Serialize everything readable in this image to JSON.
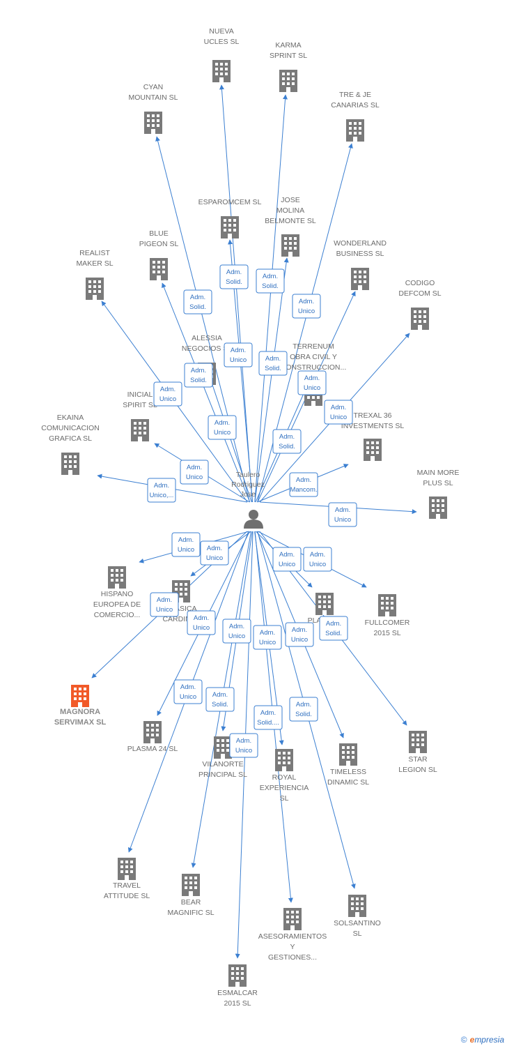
{
  "center": {
    "lines": [
      "Taulero",
      "Rodriguez",
      "Jose"
    ]
  },
  "colors": {
    "edge": "#3b7fd1",
    "building": "#7a7a7a",
    "highlight": "#f15a29"
  },
  "companies": [
    {
      "id": "nueva",
      "lines": [
        "NUEVA",
        "UCLES  SL"
      ]
    },
    {
      "id": "karma",
      "lines": [
        "KARMA",
        "SPRINT  SL"
      ]
    },
    {
      "id": "cyan",
      "lines": [
        "CYAN",
        "MOUNTAIN  SL"
      ]
    },
    {
      "id": "trejecan",
      "lines": [
        "TRE & JE",
        "CANARIAS  SL"
      ]
    },
    {
      "id": "esparomcem",
      "lines": [
        "ESPAROMCEM SL"
      ]
    },
    {
      "id": "josemolina",
      "lines": [
        "JOSE",
        "MOLINA",
        "BELMONTE  SL"
      ]
    },
    {
      "id": "blue",
      "lines": [
        "BLUE",
        "PIGEON  SL"
      ]
    },
    {
      "id": "realist",
      "lines": [
        "REALIST",
        "MAKER  SL"
      ]
    },
    {
      "id": "wonderland",
      "lines": [
        "WONDERLAND",
        "BUSINESS  SL"
      ]
    },
    {
      "id": "codigo",
      "lines": [
        "CODIGO",
        "DEFCOM  SL"
      ]
    },
    {
      "id": "alessia",
      "lines": [
        "ALESSIA",
        "NEGOCIOS  SL"
      ]
    },
    {
      "id": "terrenum",
      "lines": [
        "TERRENUM",
        "OBRA CIVIL Y",
        "CONSTRUCCION..."
      ]
    },
    {
      "id": "inicial",
      "lines": [
        "INICIAL",
        "SPIRIT  SL"
      ]
    },
    {
      "id": "ekaina",
      "lines": [
        "EKAINA",
        "COMUNICACION",
        "GRAFICA  SL"
      ]
    },
    {
      "id": "trexal",
      "lines": [
        "TREXAL 36",
        "INVESTMENTS SL"
      ]
    },
    {
      "id": "mainmore",
      "lines": [
        "MAIN MORE",
        "PLUS  SL"
      ]
    },
    {
      "id": "hispano",
      "lines": [
        "HISPANO",
        "EUROPEA DE",
        "COMERCIO..."
      ]
    },
    {
      "id": "clasica",
      "lines": [
        "CLASICA",
        "CARDINAL"
      ]
    },
    {
      "id": "magnora",
      "lines": [
        "MAGNORA",
        "SERVIMAX  SL"
      ],
      "highlight": true
    },
    {
      "id": "plasma",
      "lines": [
        "PLASMA 24 SL"
      ]
    },
    {
      "id": "vilanorte",
      "lines": [
        "VILANORTE",
        "PRINCIPAL  SL"
      ]
    },
    {
      "id": "royal",
      "lines": [
        "ROYAL",
        "EXPERIENCIA",
        "SL"
      ]
    },
    {
      "id": "timeless",
      "lines": [
        "TIMELESS",
        "DINAMIC  SL"
      ]
    },
    {
      "id": "fullcomer",
      "lines": [
        "FULLCOMER",
        "2015  SL"
      ]
    },
    {
      "id": "star",
      "lines": [
        "STAR",
        "LEGION  SL"
      ]
    },
    {
      "id": "platinum",
      "lines": [
        "PLAT... SL"
      ]
    },
    {
      "id": "travel",
      "lines": [
        "TRAVEL",
        "ATTITUDE  SL"
      ]
    },
    {
      "id": "bear",
      "lines": [
        "BEAR",
        "MAGNIFIC  SL"
      ]
    },
    {
      "id": "solsantino",
      "lines": [
        "SOLSANTINO",
        "SL"
      ]
    },
    {
      "id": "asesoramientos",
      "lines": [
        "ASESORAMIENTOS",
        "Y",
        "GESTIONES..."
      ]
    },
    {
      "id": "esmalcar",
      "lines": [
        "ESMALCAR",
        "2015  SL"
      ]
    }
  ],
  "relations": [
    {
      "lines": [
        "Adm.",
        "Solid."
      ]
    },
    {
      "lines": [
        "Adm.",
        "Solid."
      ]
    },
    {
      "lines": [
        "Adm.",
        "Solid."
      ]
    },
    {
      "lines": [
        "Adm.",
        "Unico"
      ]
    },
    {
      "lines": [
        "Adm.",
        "Unico"
      ]
    },
    {
      "lines": [
        "Adm.",
        "Solid."
      ]
    },
    {
      "lines": [
        "Adm.",
        "Solid."
      ]
    },
    {
      "lines": [
        "Adm.",
        "Unico"
      ]
    },
    {
      "lines": [
        "Adm.",
        "Unico"
      ]
    },
    {
      "lines": [
        "Adm.",
        "Unico"
      ]
    },
    {
      "lines": [
        "Adm.",
        "Unico"
      ]
    },
    {
      "lines": [
        "Adm.",
        "Solid."
      ]
    },
    {
      "lines": [
        "Adm.",
        "Unico"
      ]
    },
    {
      "lines": [
        "Adm.",
        "Unico,..."
      ]
    },
    {
      "lines": [
        "Adm.",
        "Mancom."
      ]
    },
    {
      "lines": [
        "Adm.",
        "Unico"
      ]
    },
    {
      "lines": [
        "Adm.",
        "Unico"
      ]
    },
    {
      "lines": [
        "Adm.",
        "Unico"
      ]
    },
    {
      "lines": [
        "Adm.",
        "Unico"
      ]
    },
    {
      "lines": [
        "Adm.",
        "Unico"
      ]
    },
    {
      "lines": [
        "Adm.",
        "Unico"
      ]
    },
    {
      "lines": [
        "Adm.",
        "Unico"
      ]
    },
    {
      "lines": [
        "Adm.",
        "Unico"
      ]
    },
    {
      "lines": [
        "Adm.",
        "Unico"
      ]
    },
    {
      "lines": [
        "Adm.",
        "Unico"
      ]
    },
    {
      "lines": [
        "Adm.",
        "Solid."
      ]
    },
    {
      "lines": [
        "Adm.",
        "Unico"
      ]
    },
    {
      "lines": [
        "Adm.",
        "Solid."
      ]
    },
    {
      "lines": [
        "Adm.",
        "Solid...."
      ]
    },
    {
      "lines": [
        "Adm.",
        "Solid."
      ]
    },
    {
      "lines": [
        "Adm.",
        "Unico"
      ]
    }
  ],
  "footer": {
    "copyright": "©",
    "brand_e": "e",
    "brand_rest": "mpresia"
  }
}
